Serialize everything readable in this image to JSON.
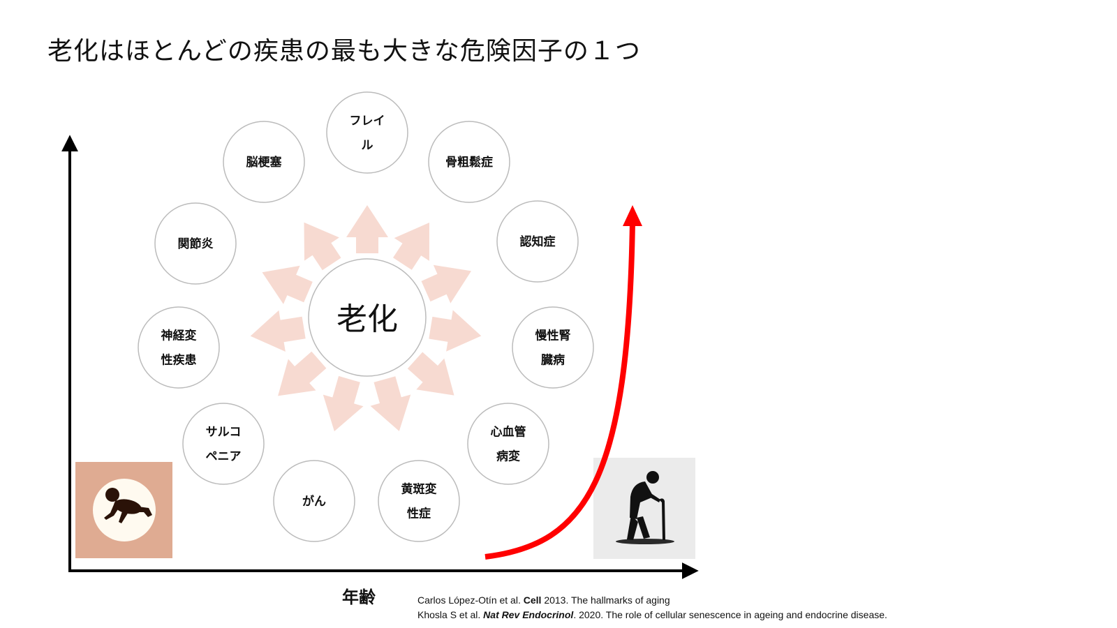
{
  "title": "老化はほとんどの疾患の最も大きな危険因子の１つ",
  "center_label": "老化",
  "diseases": [
    {
      "lines": [
        "フレイ",
        "ル"
      ]
    },
    {
      "lines": [
        "骨粗鬆症"
      ]
    },
    {
      "lines": [
        "認知症"
      ]
    },
    {
      "lines": [
        "慢性腎",
        "臓病"
      ]
    },
    {
      "lines": [
        "心血管",
        "病変"
      ]
    },
    {
      "lines": [
        "黄斑変",
        "性症"
      ]
    },
    {
      "lines": [
        "がん"
      ]
    },
    {
      "lines": [
        "サルコ",
        "ペニア"
      ]
    },
    {
      "lines": [
        "神経変",
        "性疾患"
      ]
    },
    {
      "lines": [
        "関節炎"
      ]
    },
    {
      "lines": [
        "脳梗塞"
      ]
    }
  ],
  "x_axis_label": "年齢",
  "references": [
    {
      "authors": "Carlos López-Otín et al. ",
      "journal": "Cell",
      "rest": " 2013. The hallmarks of aging"
    },
    {
      "authors": "Khosla S et al. ",
      "journal": "Nat Rev Endocrinol",
      "rest": ". 2020. The role of cellular senescence in ageing and endocrine disease."
    }
  ],
  "colors": {
    "arrow_fill": "#f6d3c9",
    "risk_curve": "#ff0000",
    "baby_bg": "#dfab92",
    "elder_bg": "#ebebeb",
    "circle_stroke": "#bbbbbb"
  },
  "icons": {
    "start": "crawling-baby-icon",
    "end": "elderly-person-with-cane-icon"
  }
}
